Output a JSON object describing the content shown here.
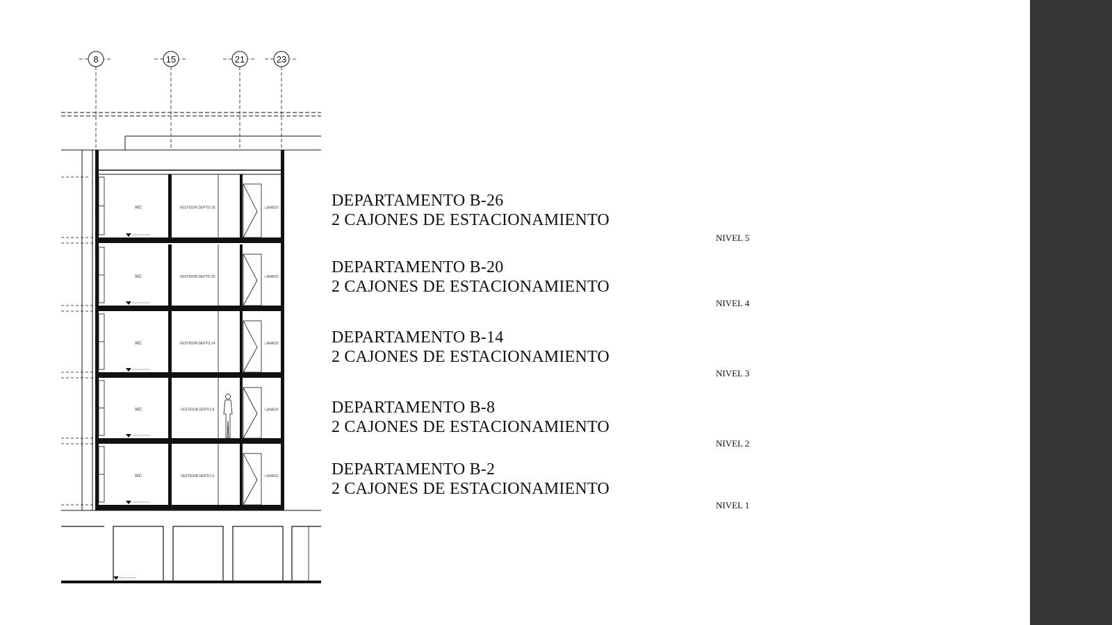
{
  "grid_axes": [
    "8",
    "15",
    "21",
    "23"
  ],
  "floors": [
    {
      "apartment": "DEPARTAMENTO B-26",
      "parking": "2 CAJONES DE ESTACIONAMIENTO",
      "level": "NIVEL 5",
      "room_wc": "WC",
      "room_vestidor": "VESTIDOR DEPTO.26",
      "room_lavado": "LAVADO"
    },
    {
      "apartment": "DEPARTAMENTO B-20",
      "parking": "2 CAJONES DE ESTACIONAMIENTO",
      "level": "NIVEL 4",
      "room_wc": "WC",
      "room_vestidor": "VESTIDOR DEPTO.20",
      "room_lavado": "LAVADO"
    },
    {
      "apartment": "DEPARTAMENTO B-14",
      "parking": "2 CAJONES DE ESTACIONAMIENTO",
      "level": "NIVEL 3",
      "room_wc": "WC",
      "room_vestidor": "VESTIDOR DEPTO.14",
      "room_lavado": "LAVADO"
    },
    {
      "apartment": "DEPARTAMENTO B-8",
      "parking": "2 CAJONES DE ESTACIONAMIENTO",
      "level": "NIVEL 2",
      "room_wc": "WC",
      "room_vestidor": "VESTIDOR DEPTO.8",
      "room_lavado": "LAVADO"
    },
    {
      "apartment": "DEPARTAMENTO B-2",
      "parking": "2 CAJONES DE ESTACIONAMIENTO",
      "level": "NIVEL 1",
      "room_wc": "WC",
      "room_vestidor": "VESTIDOR DEPTO.2",
      "room_lavado": "LAVADO"
    }
  ],
  "colors": {
    "sidebar": "#363638",
    "line": "#111111"
  }
}
